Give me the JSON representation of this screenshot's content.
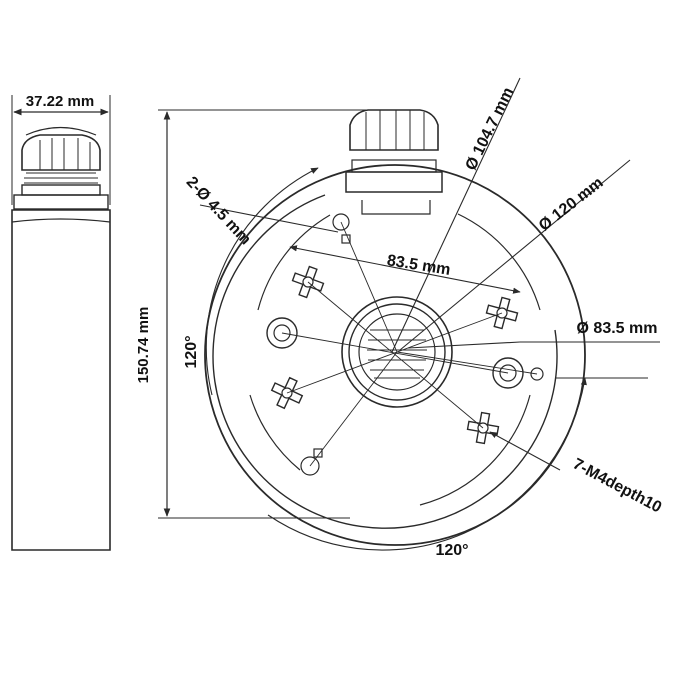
{
  "labels": {
    "side_width": "37.22 mm",
    "side_height": "150.74 mm",
    "holes": "2-Ø 4.5 mm",
    "outer_dia": "Ø 104.7 mm",
    "mount_dia": "Ø 120 mm",
    "pcd_chord": "83.5 mm",
    "pcd_dia": "Ø 83.5 mm",
    "angle_left": "120°",
    "angle_bottom": "120°",
    "threads": "7-M4depth10"
  },
  "colors": {
    "line": "#2a2a2a",
    "text": "#111111",
    "background": "#ffffff"
  }
}
